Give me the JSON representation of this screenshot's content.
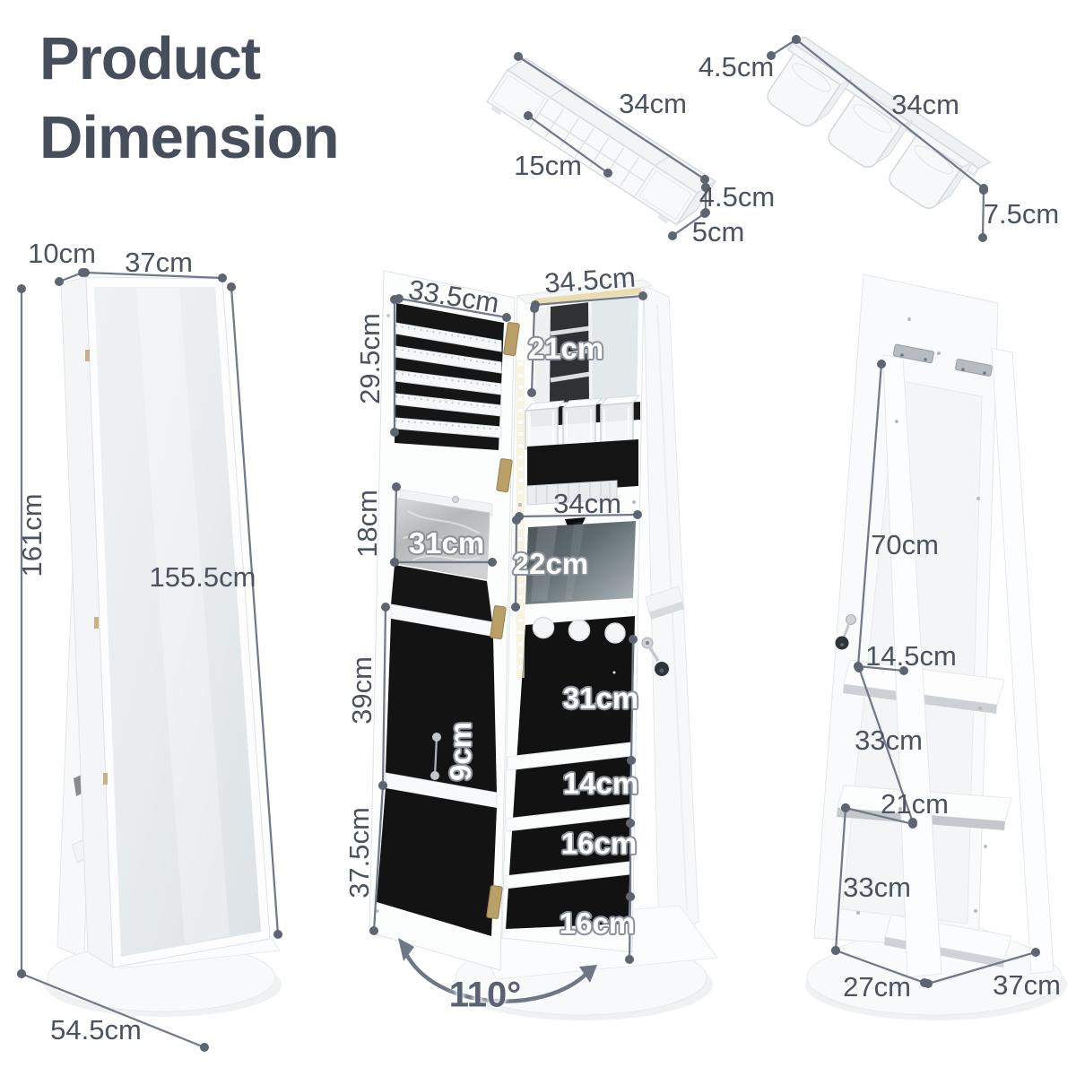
{
  "title": {
    "line1": "Product",
    "line2": "Dimension"
  },
  "trays": {
    "compartment_tray": {
      "length": "34cm",
      "compartment_row_length": "15cm",
      "height": "4.5cm",
      "depth": "5cm"
    },
    "cup_tray": {
      "depth": "4.5cm",
      "length": "34cm",
      "height": "7.5cm"
    }
  },
  "front_view": {
    "top_depth": "10cm",
    "width": "37cm",
    "total_height": "161cm",
    "mirror_height": "155.5cm",
    "base_diameter": "54.5cm"
  },
  "open_view": {
    "door_width": "33.5cm",
    "cabinet_width": "34.5cm",
    "door_top_section_height": "29.5cm",
    "inner_mirror_height": "21cm",
    "pouch_height": "18cm",
    "pouch_width": "31cm",
    "shelf_width": "34cm",
    "window_height": "22cm",
    "door_middle_section_height": "39cm",
    "hook_section_height": "31cm",
    "hook_clearance": "9cm",
    "shelf_gap_1": "14cm",
    "shelf_gap_2": "16cm",
    "door_bottom_section_height": "37.5cm",
    "shelf_gap_3": "16cm",
    "door_open_angle": "110°"
  },
  "back_view": {
    "upper_back_height": "70cm",
    "top_shelf_depth": "14.5cm",
    "upper_shelf_gap": "33cm",
    "middle_shelf_depth": "21cm",
    "lower_shelf_gap": "33cm",
    "base_depth": "27cm",
    "base_width": "37cm"
  },
  "colors": {
    "title_text": "#464d5b",
    "dimension_text": "#4b5260",
    "dimension_line": "#72798a",
    "felt_black": "#141415",
    "hinge_gold": "#b99f68",
    "led_warm": "#f6edd2",
    "furniture_white": "#fcfdfd"
  }
}
